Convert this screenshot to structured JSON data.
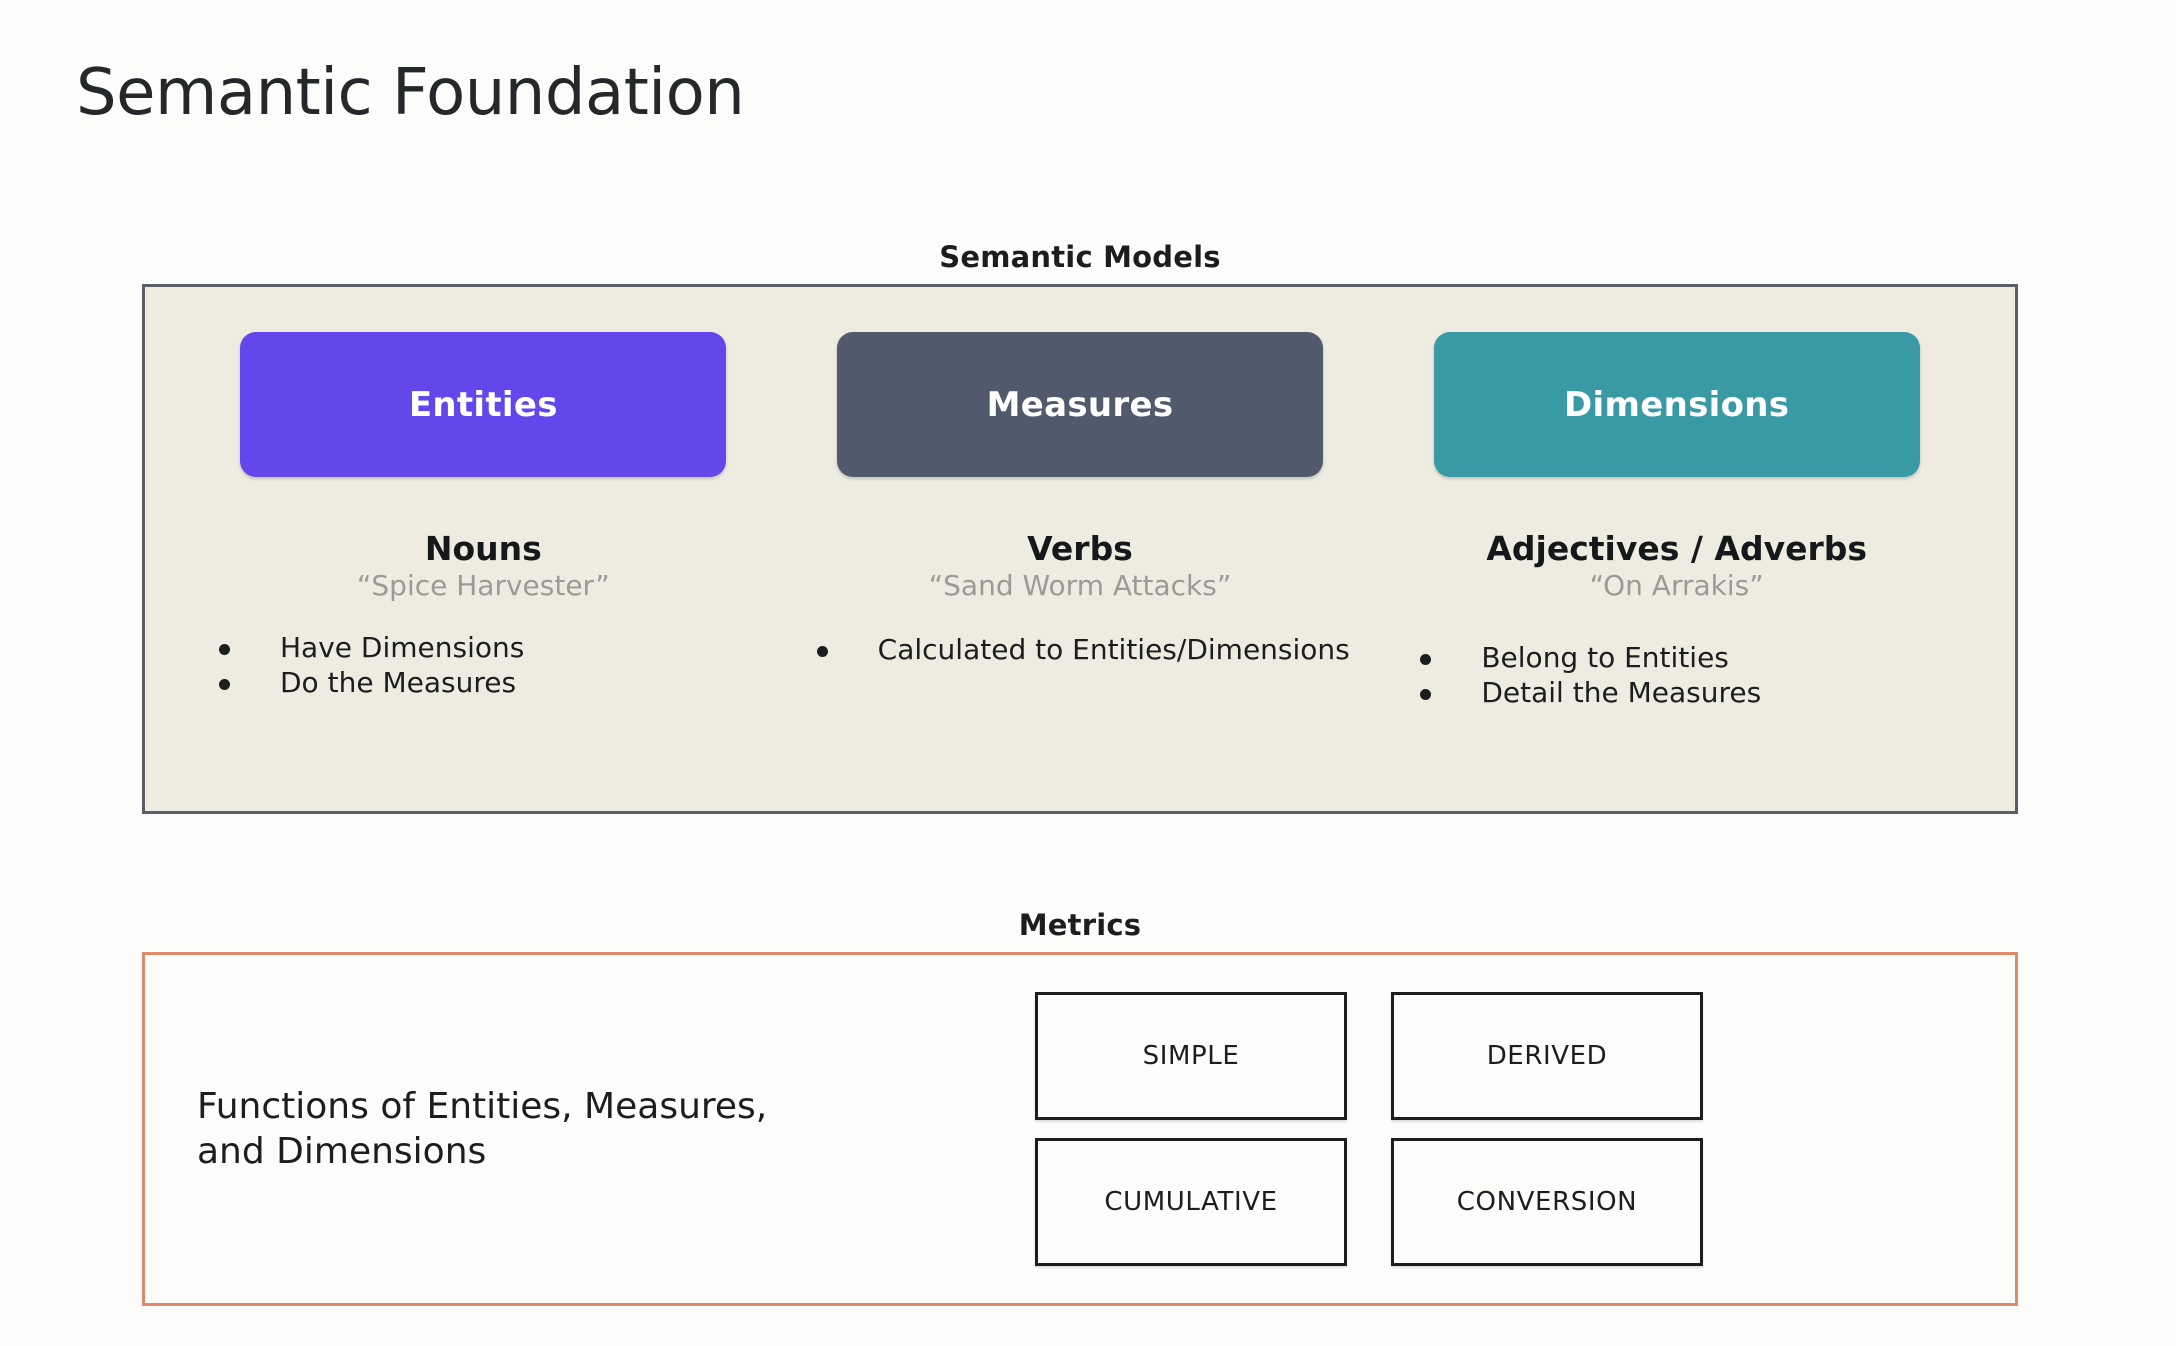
{
  "slide": {
    "title": "Semantic Foundation",
    "background_color": "#fcfcfa"
  },
  "semantic_models": {
    "heading": "Semantic Models",
    "panel_background": "#eeece0",
    "panel_border_color": "#5a5f69",
    "columns": [
      {
        "chip_label": "Entities",
        "chip_color": "#6347eb",
        "part_of_speech": "Nouns",
        "example": "“Spice Harvester”",
        "bullets": [
          "Have Dimensions",
          "Do the Measures"
        ]
      },
      {
        "chip_label": "Measures",
        "chip_color": "#515a6c",
        "part_of_speech": "Verbs",
        "example": "“Sand Worm Attacks”",
        "bullets": [
          "Calculated to Entities/Dimensions"
        ]
      },
      {
        "chip_label": "Dimensions",
        "chip_color": "#399aa6",
        "part_of_speech": "Adjectives / Adverbs",
        "example": "“On Arrakis”",
        "bullets": [
          "Belong to Entities",
          "Detail the Measures"
        ]
      }
    ]
  },
  "metrics": {
    "heading": "Metrics",
    "panel_border_color": "#e08a6a",
    "description_line_1": "Functions of Entities, Measures,",
    "description_line_2": "and Dimensions",
    "types": [
      "SIMPLE",
      "DERIVED",
      "CUMULATIVE",
      "CONVERSION"
    ]
  }
}
